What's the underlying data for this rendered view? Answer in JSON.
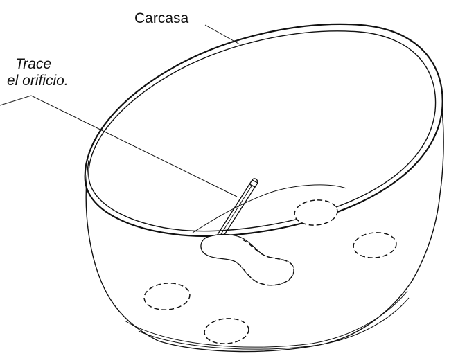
{
  "labels": {
    "housing": "Carcasa",
    "instruction_line1": "Trace",
    "instruction_line2": "el orificio."
  }
}
